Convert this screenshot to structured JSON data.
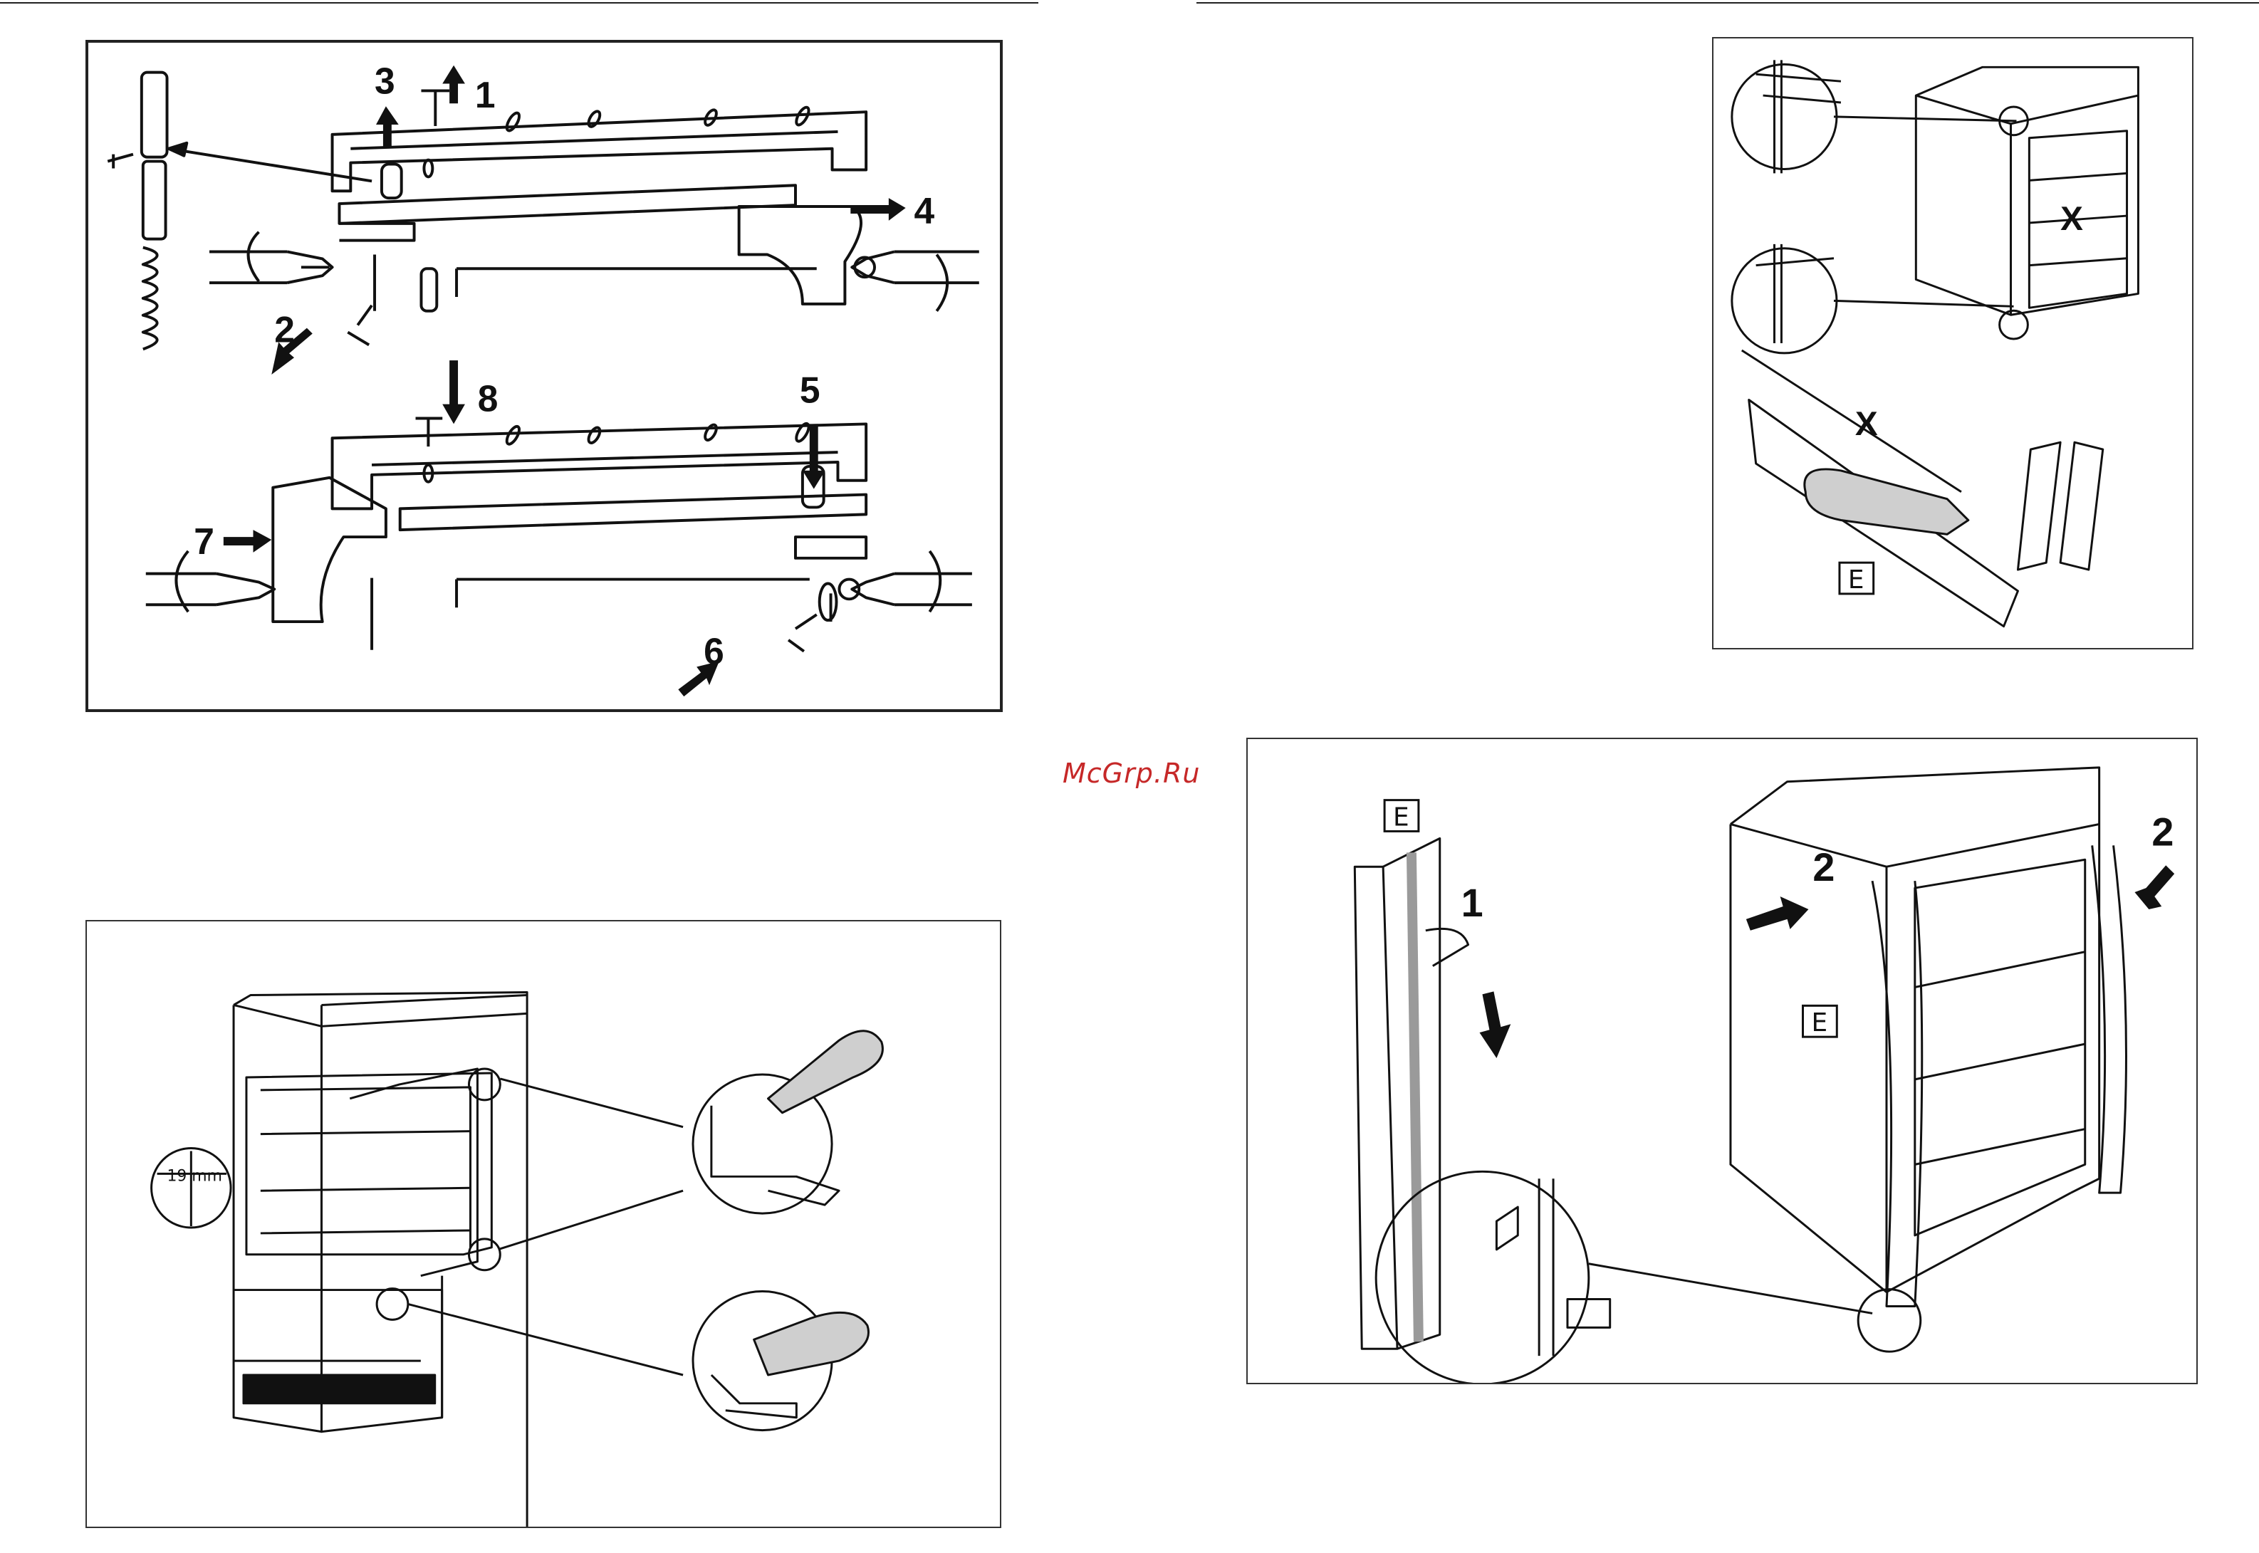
{
  "watermark": "McGrp.Ru",
  "hinge_panel": {
    "steps": [
      "1",
      "2",
      "3",
      "4",
      "5",
      "6",
      "7",
      "8"
    ]
  },
  "niche_panel": {
    "dimension": "19 mm"
  },
  "measure_panel": {
    "dimension_label": "X",
    "part_label": "E"
  },
  "seal_panel": {
    "part_label": "E",
    "steps": [
      "1",
      "2",
      "2"
    ]
  }
}
